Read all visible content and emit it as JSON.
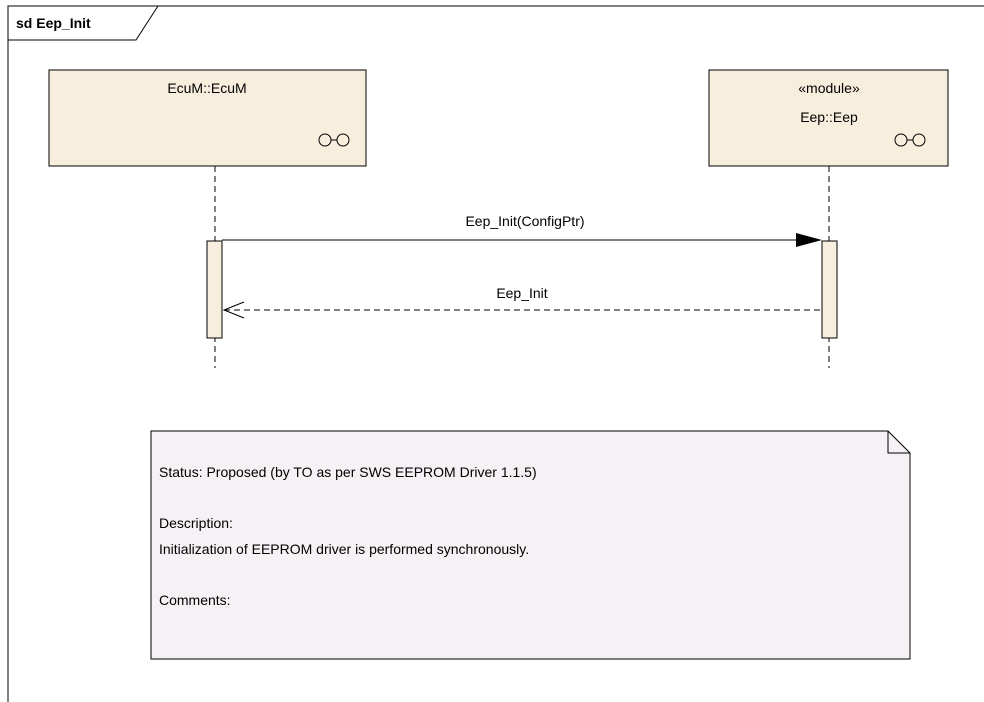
{
  "frame": {
    "title": "sd Eep_Init"
  },
  "lifelines": {
    "ecum": {
      "name": "EcuM::EcuM",
      "stereotype": ""
    },
    "eep": {
      "name": "Eep::Eep",
      "stereotype": "«module»"
    }
  },
  "messages": {
    "call": {
      "label": "Eep_Init(ConfigPtr)",
      "kind": "synchronous-call"
    },
    "reply": {
      "label": "Eep_Init",
      "kind": "return"
    }
  },
  "note": {
    "status": "Status: Proposed (by TO as per SWS EEPROM Driver 1.1.5)",
    "description_heading": "Description:",
    "description": "Initialization of EEPROM driver is performed synchronously.",
    "comments": "Comments:"
  },
  "colors": {
    "lifeline_fill": "#f7eedd",
    "note_fill": "#f5f1f5",
    "stroke": "#000000"
  }
}
